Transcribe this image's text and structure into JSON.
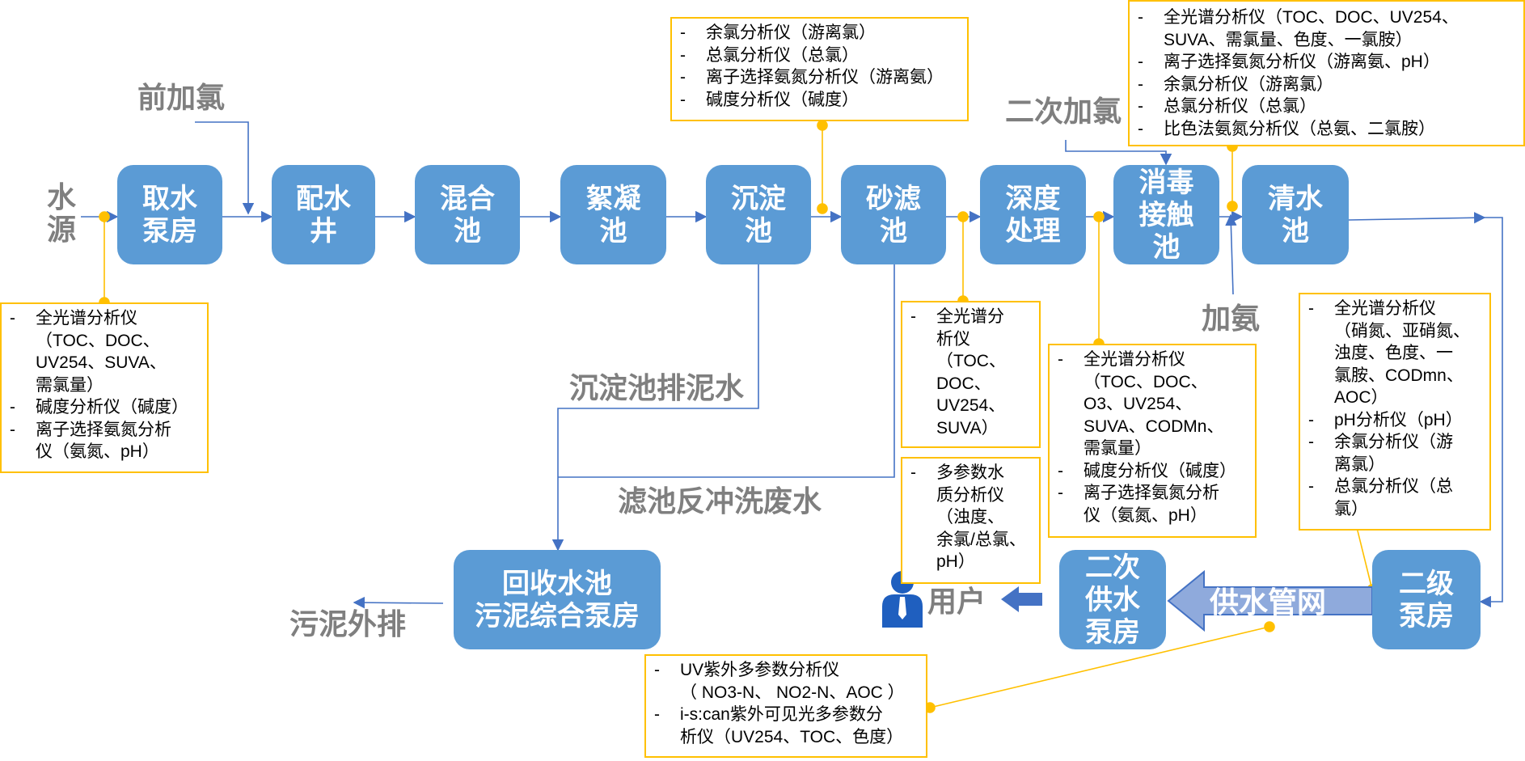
{
  "colors": {
    "box": "#5b9bd5",
    "line": "#4472c4",
    "note_border": "#ffc000",
    "label": "#7f7f7f",
    "pipe_fill": "#8faadc",
    "pipe_stroke": "#4472c4",
    "user": "#1f5fbf"
  },
  "labels": {
    "source": "水\n源",
    "pre_chlorination": "前加氯",
    "secondary_chlorination": "二次加氯",
    "ammonia": "加氨",
    "sediment_drain": "沉淀池排泥水",
    "filter_backwash": "滤池反冲洗废水",
    "sludge_out": "污泥外排",
    "user": "用户",
    "network": "供水管网"
  },
  "boxes": {
    "intake": "取水\n泵房",
    "distribution_well": "配水\n井",
    "mixing": "混合\n池",
    "flocculation": "絮凝\n池",
    "sedimentation": "沉淀\n池",
    "sand_filter": "砂滤\n池",
    "advanced": "深度\n处理",
    "disinfection": "消毒\n接触\n池",
    "clear_water": "清水\n池",
    "recovery": "回收水池\n污泥综合泵房",
    "secondary_supply": "二次\n供水\n泵房",
    "second_pump": "二级\n泵房"
  },
  "notes": {
    "source": [
      "全光谱分析仪\n（TOC、DOC、\nUV254、SUVA、\n需氯量）",
      "碱度分析仪（碱度）",
      "离子选择氨氮分析\n仪（氨氮、pH）"
    ],
    "sedimentation": [
      "余氯分析仪（游离氯）",
      "总氯分析仪（总氯）",
      "离子选择氨氮分析仪（游离氨）",
      "碱度分析仪（碱度）"
    ],
    "clearwater": [
      "全光谱分析仪（TOC、DOC、UV254、\nSUVA、需氯量、色度、一氯胺）",
      "离子选择氨氮分析仪（游离氨、pH）",
      "余氯分析仪（游离氯）",
      "总氯分析仪（总氯）",
      "比色法氨氮分析仪（总氨、二氯胺）"
    ],
    "filter": [
      "全光谱分\n析仪\n（TOC、\nDOC、\nUV254、\nSUVA）"
    ],
    "user": [
      "多参数水\n质分析仪\n（浊度、\n余氯/总氯、\npH）"
    ],
    "advanced": [
      "全光谱分析仪\n（TOC、DOC、\nO3、UV254、\nSUVA、CODMn、\n需氯量）",
      "碱度分析仪（碱度）",
      "离子选择氨氮分析\n仪（氨氮、pH）"
    ],
    "secondpump": [
      "全光谱分析仪\n（硝氮、亚硝氮、\n浊度、色度、一\n氯胺、CODmn、\nAOC）",
      "pH分析仪（pH）",
      "余氯分析仪（游\n离氯）",
      "总氯分析仪（总\n氯）"
    ],
    "network": [
      "UV紫外多参数分析仪\n（ NO3-N、 NO2-N、AOC ）",
      "i-s:can紫外可见光多参数分\n析仪（UV254、TOC、色度）"
    ]
  }
}
